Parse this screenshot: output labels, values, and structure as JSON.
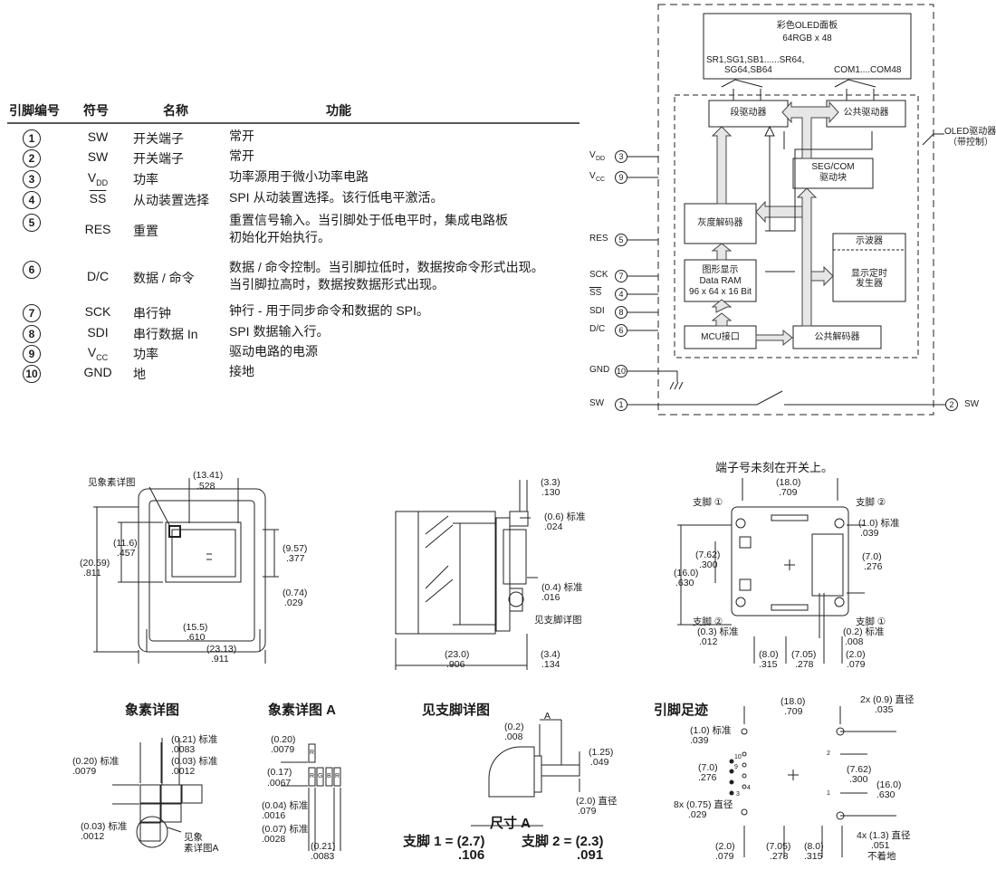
{
  "pin_table": {
    "headers": [
      "引脚编号",
      "符号",
      "名称",
      "功能"
    ],
    "rows": [
      {
        "num": "1",
        "sym": "SW",
        "sub": "",
        "name": "开关端子",
        "func": [
          "常开"
        ]
      },
      {
        "num": "2",
        "sym": "SW",
        "sub": "",
        "name": "开关端子",
        "func": [
          "常开"
        ]
      },
      {
        "num": "3",
        "sym": "V",
        "sub": "DD",
        "name": "功率",
        "func": [
          "功率源用于微小功率电路"
        ]
      },
      {
        "num": "4",
        "sym": "SS",
        "sub": "",
        "name": "从动装置选择",
        "func": [
          "SPI 从动装置选择。该行低电平激活。"
        ]
      },
      {
        "num": "5",
        "sym": "RES",
        "sub": "",
        "name": "重置",
        "func": [
          "重置信号输入。当引脚处于低电平时，集成电路板",
          "初始化开始执行。"
        ]
      },
      {
        "num": "6",
        "sym": "D/C",
        "sub": "",
        "name": "数据 / 命令",
        "func": [
          "数据 / 命令控制。当引脚拉低时，数据按命令形式出现。",
          "当引脚拉高时，数据按数据形式出现。"
        ]
      },
      {
        "num": "7",
        "sym": "SCK",
        "sub": "",
        "name": "串行钟",
        "func": [
          "钟行 - 用于同步命令和数据的 SPI。"
        ]
      },
      {
        "num": "8",
        "sym": "SDI",
        "sub": "",
        "name": "串行数据 In",
        "func": [
          "SPI 数据输入行。"
        ]
      },
      {
        "num": "9",
        "sym": "V",
        "sub": "CC",
        "name": "功率",
        "func": [
          "驱动电路的电源"
        ]
      },
      {
        "num": "10",
        "sym": "GND",
        "sub": "",
        "name": "地",
        "func": [
          "接地"
        ]
      }
    ]
  },
  "block_diagram": {
    "panel_title": "彩色OLED面板",
    "panel_res": "64RGB x 48",
    "seg_lines": "SR1,SG1,SB1......SR64,",
    "seg_lines2": "SG64,SB64",
    "com_lines": "COM1....COM48",
    "seg_driver": "段驱动器",
    "com_driver": "公共驱动器",
    "segcom_block": "SEG/COM",
    "segcom_block2": "驱动块",
    "gray_decoder": "灰度解码器",
    "gdram": "图形显示",
    "gdram2": "Data        RAM",
    "gdram3": "96 x 64 x 16 Bit",
    "oscillator": "示波器",
    "timing": "显示定时",
    "timing2": "发生器",
    "mcu": "MCU接口",
    "common_decoder": "公共解码器",
    "driver_label": "OLED驱动器",
    "driver_label2": "（带控制）",
    "pins": [
      {
        "label": "V",
        "sub": "DD",
        "num": "3"
      },
      {
        "label": "V",
        "sub": "CC",
        "num": "9"
      },
      {
        "label": "RES",
        "sub": "",
        "num": "5"
      },
      {
        "label": "SCK",
        "sub": "",
        "num": "7"
      },
      {
        "label": "SS",
        "sub": "",
        "num": "4"
      },
      {
        "label": "SDI",
        "sub": "",
        "num": "8"
      },
      {
        "label": "D/C",
        "sub": "",
        "num": "6"
      },
      {
        "label": "GND",
        "sub": "",
        "num": "10"
      },
      {
        "label": "SW",
        "sub": "",
        "num": "1"
      }
    ],
    "sw2_num": "2",
    "sw2_label": "SW"
  },
  "labels": {
    "front_see_pixel": "见象素详图",
    "f1": "(13.41)",
    "f1b": ".528",
    "f2": "(11.6)",
    "f2b": ".457",
    "f3": "(20.59)",
    "f3b": ".811",
    "f4": "(9.57)",
    "f4b": ".377",
    "f5": "(0.74)",
    "f5b": ".029",
    "f6": "(15.5)",
    "f6b": ".610",
    "f7": "(23.13)",
    "f7b": ".911",
    "s1": "(3.3)",
    "s1b": ".130",
    "s2": "(0.6) 标准",
    "s2b": ".024",
    "s3": "(0.4) 标准",
    "s3b": ".016",
    "s_see_pin": "见支脚详图",
    "s4": "(23.0)",
    "s4b": ".906",
    "s5": "(3.4)",
    "s5b": ".134",
    "r_note": "端子号未刻在开关上。",
    "r1": "(18.0)",
    "r1b": ".709",
    "r_pin1a": "支脚 ①",
    "r_pin2a": "支脚 ②",
    "r2": "(1.0) 标准",
    "r2b": ".039",
    "r3": "(7.62)",
    "r3b": ".300",
    "r4": "(7.0)",
    "r4b": ".276",
    "r5": "(16.0)",
    "r5b": ".630",
    "r_pin2b": "支脚 ②",
    "r_pin1b": "支脚 ①",
    "r6": "(0.3) 标准",
    "r6b": ".012",
    "r7": "(0.2) 标准",
    "r7b": ".008",
    "r8": "(8.0)",
    "r8b": ".315",
    "r9": "(7.05)",
    "r9b": ".278",
    "r10": "(2.0)",
    "r10b": ".079",
    "pd_title": "象素详图",
    "p1": "(0.21) 标准",
    "p1b": ".0083",
    "p2": "(0.20) 标准",
    "p2b": ".0079",
    "p3": "(0.03) 标准",
    "p3b": ".0012",
    "p4": "(0.03) 标准",
    "p4b": ".0012",
    "p5": "见象",
    "p5b": "素详图A",
    "pa_title": "象素详图 A",
    "a1": "(0.20)",
    "a1b": ".0079",
    "a2": "(0.17)",
    "a2b": ".0067",
    "a3": "(0.04) 标准",
    "a3b": ".0016",
    "a4": "(0.07) 标准",
    "a4b": ".0028",
    "a5": "(0.21)",
    "a5b": ".0083",
    "rgb_r": "R",
    "rgb_g": "G",
    "rgb_b": "B",
    "pin_title": "见支脚详图",
    "pn_a": "A",
    "pn1": "(0.2)",
    "pn1b": ".008",
    "pn2": "(1.25)",
    "pn2b": ".049",
    "pn3": "(2.0) 直径",
    "pn3b": ".079",
    "dim_a": "尺寸 A",
    "pin1_eq": "支脚 1 = (2.7)",
    "pin1_in": ".106",
    "pin2_eq": "支脚 2 = (2.3)",
    "pin2_in": ".091",
    "fp_title": "引脚足迹",
    "q1": "(18.0)",
    "q1b": ".709",
    "q2": "2x (0.9) 直径",
    "q2b": ".035",
    "q3": "(1.0) 标准",
    "q3b": ".039",
    "q4": "(7.0)",
    "q4b": ".276",
    "q5": "(7.62)",
    "q5b": ".300",
    "q6": "(16.0)",
    "q6b": ".630",
    "q7": "8x (0.75) 直径",
    "q7b": ".029",
    "q8": "4x (1.3) 直径",
    "q8b": ".051",
    "q8c": "不着地",
    "q9": "(2.0)",
    "q9b": ".079",
    "q10": "(7.05)",
    "q10b": ".278",
    "q11": "(8.0)",
    "q11b": ".315",
    "fp_n10": "10",
    "fp_n9": "9",
    "fp_n2": "2",
    "fp_n1": "1",
    "fp_n4": "4",
    "fp_n3": "3"
  }
}
